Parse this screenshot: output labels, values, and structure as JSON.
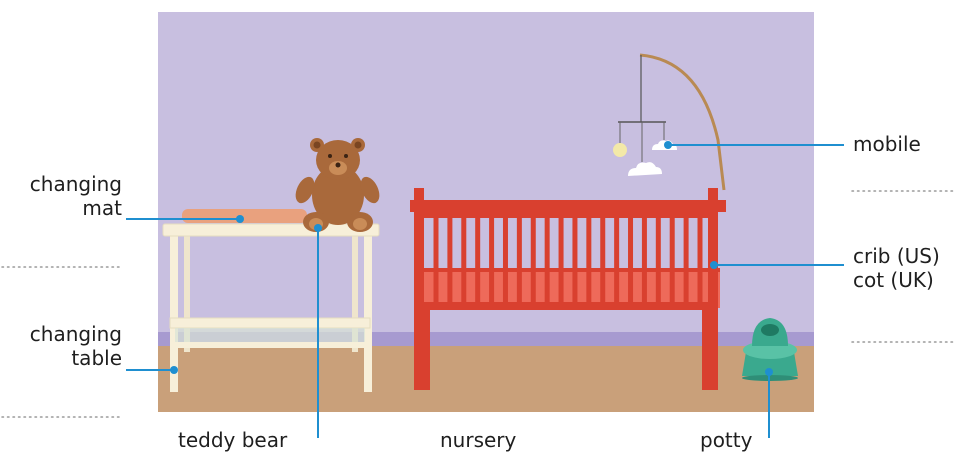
{
  "labels": {
    "changing_mat": [
      "changing",
      "mat"
    ],
    "changing_table": [
      "changing",
      "table"
    ],
    "teddy_bear": "teddy bear",
    "nursery": "nursery",
    "potty": "potty",
    "mobile": "mobile",
    "crib": [
      "crib (US)",
      "cot (UK)"
    ]
  },
  "colors": {
    "wall": "#c8bfe0",
    "floor": "#c9a07a",
    "skirting": "#a79ad0",
    "crib": "#d9402f",
    "mattress": "#ee6a5a",
    "table": "#f7efd9",
    "mat": "#e9a17e",
    "bear": "#a9693b",
    "potty": "#3aa98e",
    "mobile_arm": "#b98a53",
    "leader": "#1f8fd0",
    "dots": "#9a9a9a"
  }
}
